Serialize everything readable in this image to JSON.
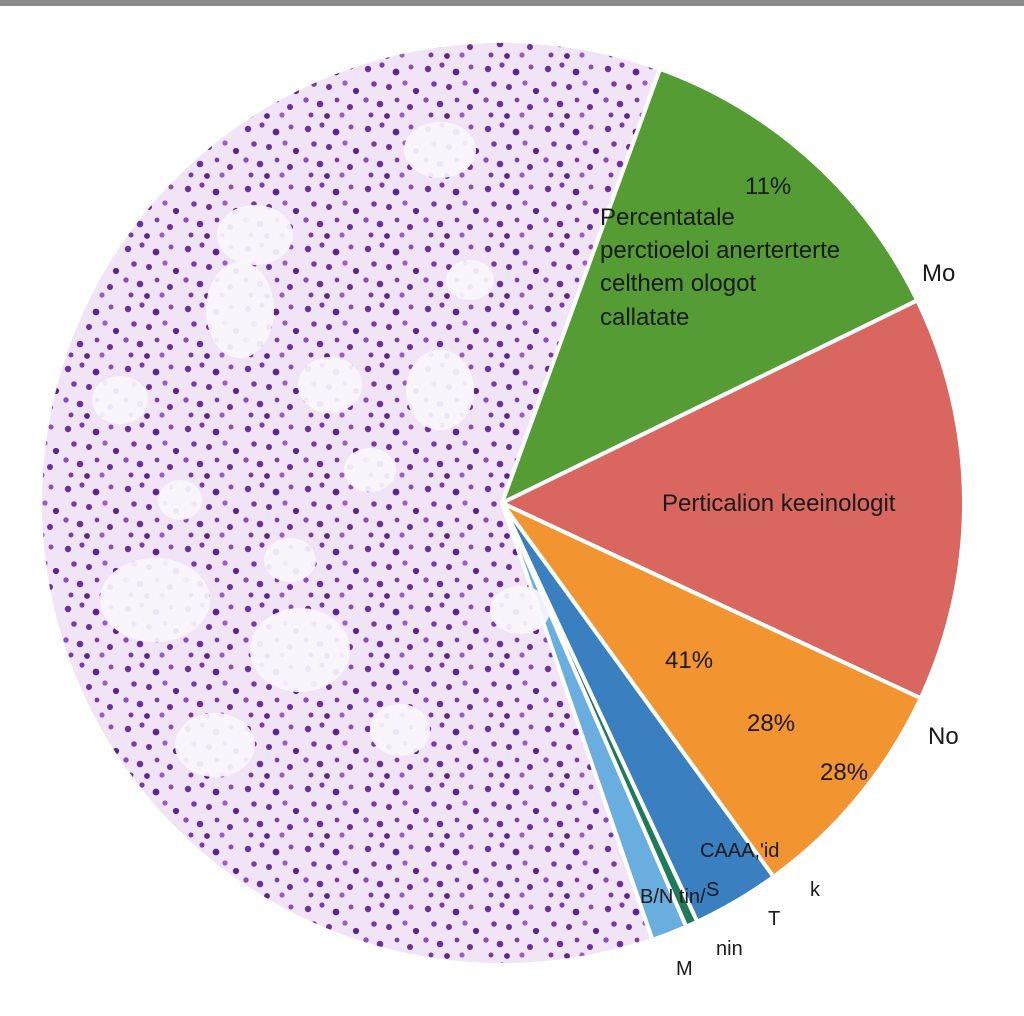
{
  "chart_data": {
    "type": "pie",
    "slices": [
      {
        "label": "Percentatale perctioeloi anerterterte celthem ologot callatate",
        "display": "11%",
        "color": "#559c34",
        "start_deg": 20,
        "end_deg": 64
      },
      {
        "label": "Perticalion keeinologit",
        "display": "",
        "color": "#d9675f",
        "start_deg": 64,
        "end_deg": 115
      },
      {
        "label": "",
        "display": "28%",
        "color": "#f29430",
        "start_deg": 115,
        "end_deg": 144
      },
      {
        "label": "",
        "display": "",
        "color": "#3a7fc0",
        "start_deg": 144,
        "end_deg": 155
      },
      {
        "label": "",
        "display": "",
        "color": "#1e7a5a",
        "start_deg": 155,
        "end_deg": 156.5
      },
      {
        "label": "",
        "display": "",
        "color": "#6aaedf",
        "start_deg": 156.5,
        "end_deg": 161
      },
      {
        "label": "",
        "display": "",
        "color": "#c88fd8",
        "start_deg": 161,
        "end_deg": 380
      }
    ],
    "inner_text": {
      "pct_top": "11%",
      "green_lines": [
        "Percentatale",
        "perctioeloi anerterterte",
        "celthem ologot",
        "callatate"
      ],
      "red_label": "Perticalion keeinologit",
      "orange_pcts": [
        "41%",
        "28%",
        "28%"
      ]
    },
    "outer_labels": {
      "mo": "Mo",
      "no": "No",
      "caaa": "CAAA,'id",
      "bnn": "B/N tin/",
      "s": "S",
      "k": "k",
      "t": "T",
      "nin": "nin",
      "m": "M"
    }
  }
}
